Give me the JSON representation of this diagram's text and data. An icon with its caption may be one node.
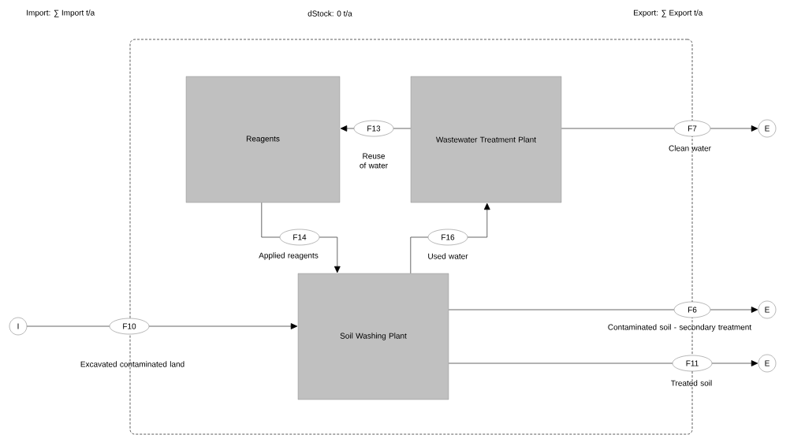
{
  "diagram": {
    "nodes": [
      {
        "text": [],
        "shape": "box"
      },
      {
        "text": [
          "Reagents"
        ],
        "in": 0
      },
      {
        "text": [
          "Wastewater Treatment Plant"
        ],
        "in": 0
      },
      {
        "text": [
          "Soil Washing Plant"
        ],
        "in": 0
      },
      {
        "text": [
          "I"
        ]
      },
      {
        "text": [
          "F10"
        ],
        "beside": [
          "Excavated contaminated land"
        ]
      },
      {
        "text": [
          "F13"
        ],
        "in": 0
      },
      {
        "text": [
          "F14"
        ],
        "beside": [
          "Applied reagents"
        ],
        "in": 0
      },
      {
        "text": [
          "F16"
        ],
        "beside": [
          "Used water"
        ],
        "in": 0
      },
      {
        "text": [
          "F7"
        ],
        "beside": [
          "Clean water"
        ]
      },
      {
        "text": [
          "F6"
        ],
        "beside": [
          "Contaminated soil - secondary treatment"
        ]
      },
      {
        "text": [
          "F11"
        ],
        "beside": [
          "Treated soil"
        ]
      },
      {
        "text": [
          "E"
        ]
      },
      {
        "text": [
          "E"
        ]
      },
      {
        "text": [
          "E"
        ]
      }
    ],
    "edges": [
      {
        "from": 4,
        "to": 5,
        "arrow": "none"
      },
      {
        "from": 5,
        "to": 3,
        "arrow": "to"
      },
      {
        "from": 2,
        "to": 6,
        "arrow": "none"
      },
      {
        "from": 6,
        "to": 1,
        "arrow": "to"
      },
      {
        "from": 1,
        "to": 7,
        "arrow": "none"
      },
      {
        "from": 7,
        "to": 3,
        "arrow": "to"
      },
      {
        "from": 3,
        "to": 8,
        "arrow": "none"
      },
      {
        "from": 8,
        "to": 2,
        "arrow": "to"
      },
      {
        "from": 2,
        "to": 9,
        "arrow": "none"
      },
      {
        "from": 9,
        "to": 12,
        "arrow": "to"
      },
      {
        "from": 3,
        "to": 10,
        "arrow": "none"
      },
      {
        "from": 10,
        "to": 13,
        "arrow": "to"
      },
      {
        "from": 3,
        "to": 11,
        "arrow": "none"
      },
      {
        "from": 11,
        "to": 14,
        "arrow": "to"
      }
    ],
    "labels": [
      "Import: ∑ Import t/a",
      "dStock: 0 t/a",
      "Export: ∑ Export t/a",
      "Reuse of water"
    ]
  }
}
